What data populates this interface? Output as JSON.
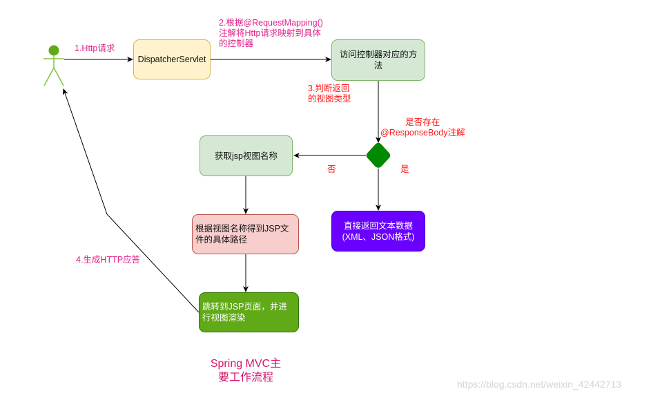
{
  "diagram": {
    "title": [
      "Spring MVC主",
      "要工作流程"
    ],
    "watermark": "https://blog.csdn.net/weixin_42442713",
    "colors": {
      "step_label": "#e0218a",
      "decision_label": "#ff1a1a",
      "title": "#d6136e",
      "actor": "#60a917",
      "decision_fill": "#008a00"
    },
    "actor": {
      "icon": "user-stick-figure-icon"
    },
    "nodes": {
      "dispatcher": [
        "DispatcherServlet"
      ],
      "method": [
        "访问控制器对应的方",
        "法"
      ],
      "decision": {
        "shape": "diamond"
      },
      "jsp_name": [
        "获取jsp视图名称"
      ],
      "jsp_path": [
        "根据视图名称得到JSP文",
        "件的具体路径"
      ],
      "render": [
        "跳转到JSP页面，并进",
        "行视图渲染"
      ],
      "direct": [
        "直接返回文本数据",
        "(XML、JSON格式)"
      ]
    },
    "edge_labels": {
      "step1": "1.Http请求",
      "step2": [
        "2.根据@RequestMapping()",
        "注解将Http请求映射到具体",
        "的控制器"
      ],
      "step3": [
        "3.判断返回",
        "的视图类型"
      ],
      "question": [
        "是否存在",
        "@ResponseBody注解"
      ],
      "no": "否",
      "yes": "是",
      "step4": "4.生成HTTP应答"
    }
  }
}
